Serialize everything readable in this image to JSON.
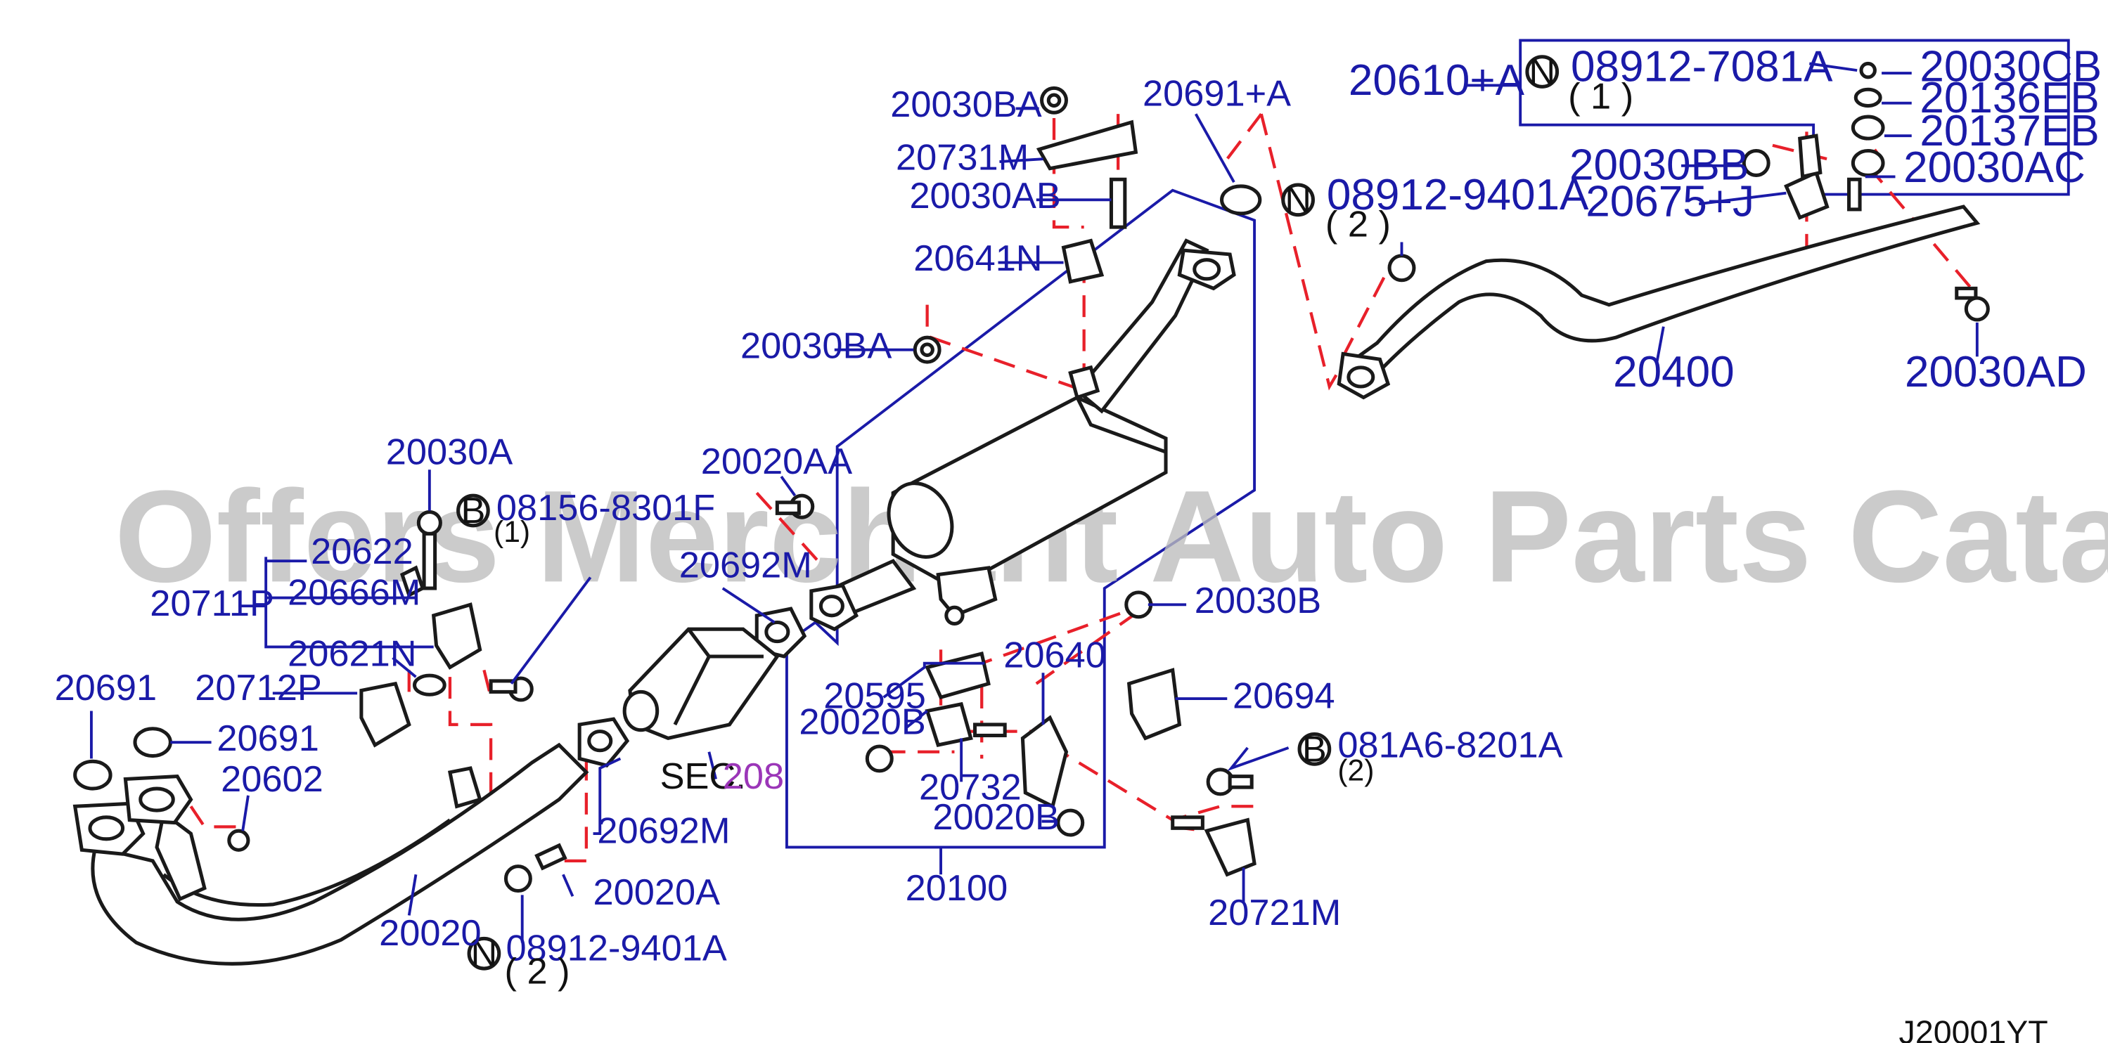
{
  "watermark": "Offers Merchant Auto Parts Catalog PARTSTORE.SA",
  "drawing_code": "J20001YT",
  "colors": {
    "label_text": "#1a1aa8",
    "section_ref_text": "#9b36b8",
    "reference_dash": "#e8202a",
    "part_outline": "#1a1a1a",
    "watermark": "#bdbdbd"
  },
  "part_labels": {
    "p20030BA_top": "20030BA",
    "p20691A": "20691+A",
    "p20731M": "20731M",
    "p20030AB": "20030AB",
    "p20641N": "20641N",
    "p20030BA_mid": "20030BA",
    "p20610A": "20610+A",
    "p08912_7081A": "08912-7081A",
    "p08912_7081A_qty": "( 1 )",
    "p20030CB": "20030CB",
    "p20136EB": "20136EB",
    "p20137EB": "20137EB",
    "p20030BB": "20030BB",
    "p20030AC": "20030AC",
    "p20675J": "20675+J",
    "p08912_9401A_top": "08912-9401A",
    "p08912_9401A_top_qty": "( 2 )",
    "p20400": "20400",
    "p20030AD": "20030AD",
    "p20030A": "20030A",
    "p08156_8301F": "08156-8301F",
    "p08156_8301F_qty": "(1)",
    "p20622": "20622",
    "p20666M": "20666M",
    "p20711P": "20711P",
    "p20621N": "20621N",
    "p20020AA": "20020AA",
    "p20692M_top": "20692M",
    "p20030B": "20030B",
    "p20640": "20640",
    "p20694": "20694",
    "p20595": "20595",
    "p20020B": "20020B",
    "p20732": "20732",
    "p20020B_low": "20020B",
    "p20100": "20100",
    "p081A6_8201A": "081A6-8201A",
    "p081A6_8201A_qty": "(2)",
    "p20721M": "20721M",
    "p20691_a": "20691",
    "p20712P": "20712P",
    "p20691_b": "20691",
    "p20602": "20602",
    "p20692M": "20692M",
    "p20020A": "20020A",
    "p20020": "20020",
    "p08912_9401A_bot": "08912-9401A",
    "p08912_9401A_bot_qty": "( 2 )",
    "sec_prefix": "SEC.",
    "sec_number": "208"
  },
  "circle_markers": {
    "n_top_right": "N",
    "n_middle": "N",
    "n_bottom": "N",
    "b_left": "B",
    "b_right": "B"
  }
}
